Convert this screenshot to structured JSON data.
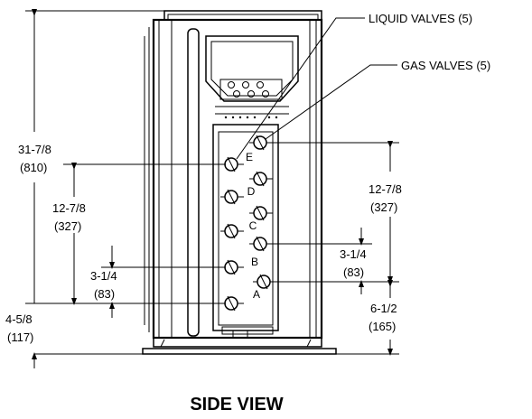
{
  "callouts": {
    "liquid_valves": "LIQUID VALVES (5)",
    "gas_valves": "GAS VALVES (5)"
  },
  "dimensions": {
    "overall_height": [
      "31-7/8",
      "(810)"
    ],
    "left_valve_span": [
      "12-7/8",
      "(327)"
    ],
    "left_valve_spacing": [
      "3-1/4",
      "(83)"
    ],
    "left_bottom_offset": [
      "4-5/8",
      "(117)"
    ],
    "right_valve_span": [
      "12-7/8",
      "(327)"
    ],
    "right_valve_spacing": [
      "3-1/4",
      "(83)"
    ],
    "right_bottom_offset": [
      "6-1/2",
      "(165)"
    ]
  },
  "valve_letters": [
    "E",
    "D",
    "C",
    "B",
    "A"
  ],
  "caption": "SIDE VIEW"
}
